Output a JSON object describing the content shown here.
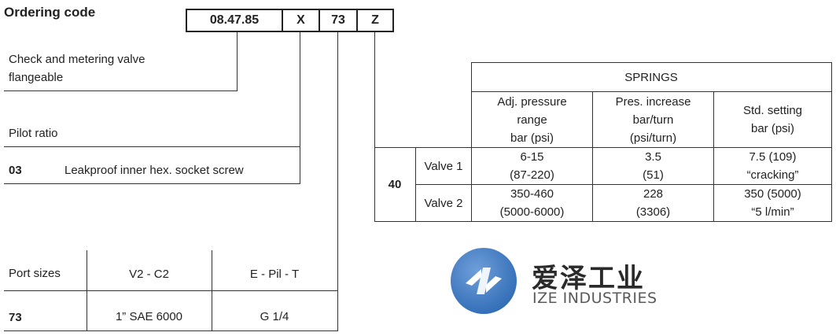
{
  "header": {
    "title": "Ordering code"
  },
  "code": [
    "08.47.85",
    "X",
    "73",
    "Z"
  ],
  "valve": {
    "line1": "Check and metering valve",
    "line2": "flangeable"
  },
  "pilot": {
    "label": "Pilot ratio",
    "code": "03",
    "desc": "Leakproof inner hex. socket screw"
  },
  "ports": {
    "label": "Port sizes",
    "col1": "V2 - C2",
    "col2": "E - Pil - T",
    "code": "73",
    "val1": "1” SAE 6000",
    "val2": "G 1/4"
  },
  "springs": {
    "header": "SPRINGS",
    "col1": [
      "Adj. pressure",
      "range",
      "bar (psi)"
    ],
    "col2": [
      "Pres. increase",
      "bar/turn",
      "(psi/turn)"
    ],
    "col3": [
      "Std. setting",
      "bar (psi)"
    ],
    "code": "40",
    "rows": [
      {
        "label": "Valve 1",
        "c1": [
          "6-15",
          "(87-220)"
        ],
        "c2": [
          "3.5",
          "(51)"
        ],
        "c3": [
          "7.5 (109)",
          "“cracking”"
        ]
      },
      {
        "label": "Valve 2",
        "c1": [
          "350-460",
          "(5000-6000)"
        ],
        "c2": [
          "228",
          "(3306)"
        ],
        "c3": [
          "350 (5000)",
          "“5 l/min”"
        ]
      }
    ]
  },
  "logo": {
    "cn": "爱泽工业",
    "en": "IZE INDUSTRIES",
    "primary": "#2f6bb5",
    "secondary": "#5a5a5a"
  }
}
